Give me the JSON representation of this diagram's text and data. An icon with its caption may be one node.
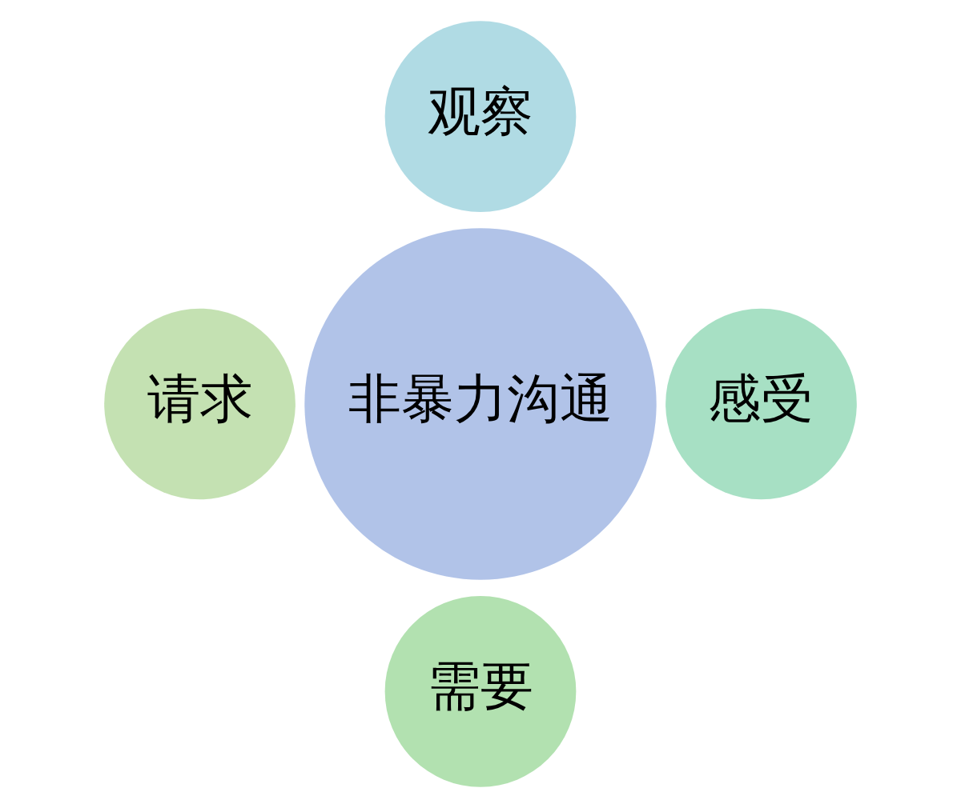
{
  "diagram": {
    "nodes": [
      {
        "text": [
          "观察"
        ]
      },
      {
        "text": [
          "请求"
        ]
      },
      {
        "text": [
          "非暴力沟通"
        ]
      },
      {
        "text": [
          "感受"
        ]
      },
      {
        "text": [
          "需要"
        ]
      }
    ]
  }
}
